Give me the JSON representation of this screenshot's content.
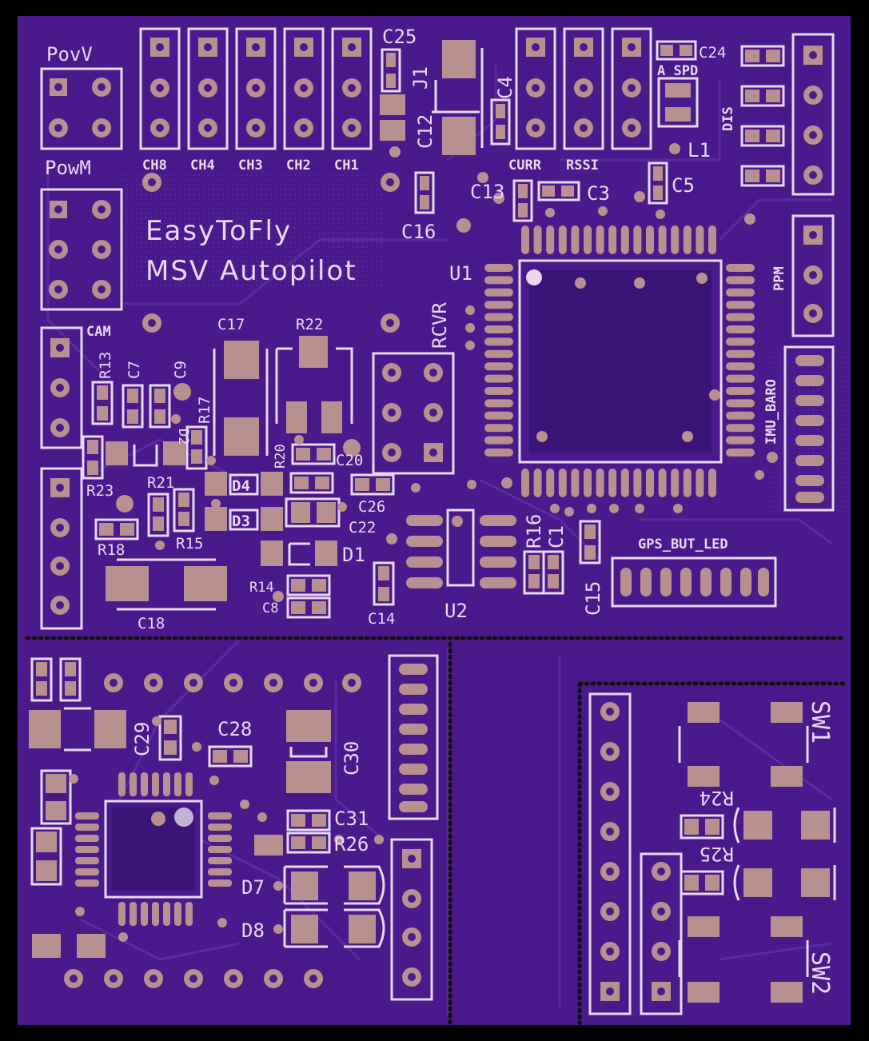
{
  "colors": {
    "outer": "#000000",
    "board": "#4a1a8c",
    "board_dark": "#3b1477",
    "trace": "#5a2aa0",
    "silk": "#e8d8f0",
    "pad": "#b8908f",
    "pad_hole": "#4a1a8c"
  },
  "board_text": {
    "title1": "EasyToFly",
    "title2": "MSV Autopilot"
  },
  "labels": {
    "povv": "PovV",
    "powm": "PowM",
    "ch8": "CH8",
    "ch4": "CH4",
    "ch3": "CH3",
    "ch2": "CH2",
    "ch1": "CH1",
    "c25": "C25",
    "j1": "J1",
    "c12": "C12",
    "c4": "C4",
    "curr": "CURR",
    "rssi": "RSSI",
    "c24": "C24",
    "a_spd": "A_SPD",
    "dis": "DIS",
    "l1": "L1",
    "c5": "C5",
    "c13": "C13",
    "c3": "C3",
    "c16": "C16",
    "u1": "U1",
    "ppm": "PPM",
    "imu_baro": "IMU_BARO",
    "rcvr": "RCVR",
    "cam": "CAM",
    "r13": "R13",
    "c7": "C7",
    "c9": "C9",
    "r17": "R17",
    "d2": "D2",
    "c17": "C17",
    "r22": "R22",
    "r20": "R20",
    "c20": "C20",
    "r23": "R23",
    "r21": "R21",
    "d4": "D4",
    "d3": "D3",
    "c26": "C26",
    "c22": "C22",
    "r16": "R16",
    "c1": "C1",
    "gps_but_led": "GPS_BUT_LED",
    "r18": "R18",
    "r15": "R15",
    "d1": "D1",
    "r14": "R14",
    "c8": "C8",
    "c14": "C14",
    "u2": "U2",
    "c15": "C15",
    "c18": "C18",
    "c29": "C29",
    "c28": "C28",
    "c30": "C30",
    "c31": "C31",
    "r26": "R26",
    "d7": "D7",
    "d8": "D8",
    "sw1": "SW1",
    "sw2": "SW2",
    "r24": "R24",
    "r25": "R25"
  }
}
